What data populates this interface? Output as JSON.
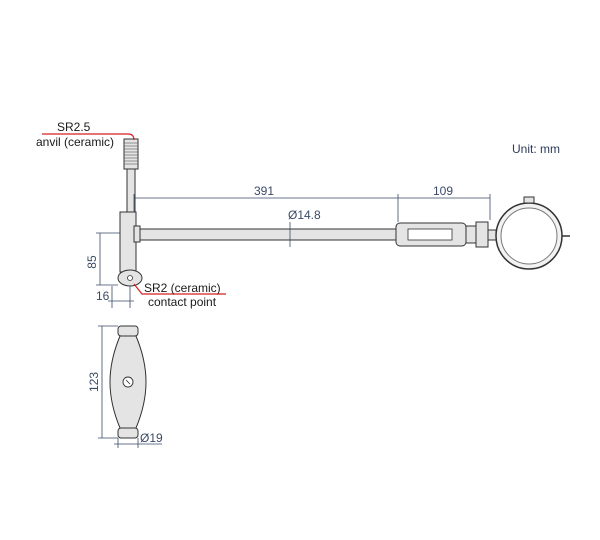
{
  "unit_label": "Unit: mm",
  "callouts": {
    "anvil_size": "SR2.5",
    "anvil_name": "anvil (ceramic)",
    "contact_size": "SR2 (ceramic)",
    "contact_name": "contact point"
  },
  "dimensions": {
    "rod_length": "391",
    "indicator_offset": "109",
    "rod_diameter": "Ø14.8",
    "head_height": "85",
    "head_width": "16",
    "grip_height": "123",
    "grip_diameter": "Ø19"
  },
  "colors": {
    "leader": "#d42020",
    "dimension": "#3a4a66",
    "outline": "#333333",
    "fill": "#e4e4e4"
  }
}
